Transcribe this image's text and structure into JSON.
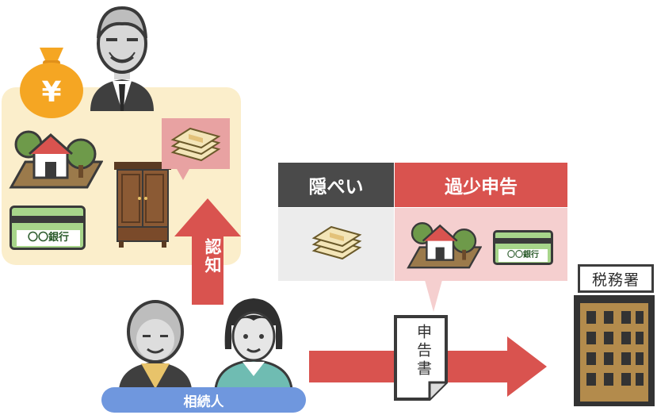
{
  "labels": {
    "acknowledge": "認知",
    "heirs": "相続人",
    "tax_office": "税務署",
    "declaration": "申告書",
    "hiding": "隠ぺい",
    "under_declaration": "過少申告"
  },
  "bank_cards": {
    "estate_card": "〇〇銀行",
    "table_card": "〇〇銀行"
  },
  "icons": {
    "money_bag_symbol": "¥"
  },
  "colors": {
    "estate_panel": "#fbeecb",
    "accent_red": "#d9534f",
    "dark_header": "#4a4a4a",
    "heirs_blue": "#6f97de"
  }
}
